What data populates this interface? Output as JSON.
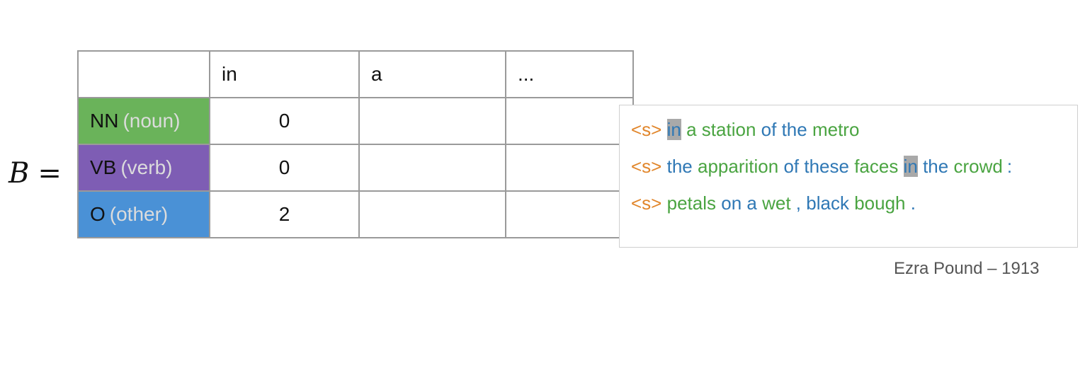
{
  "matrix": {
    "variable": "B",
    "equals": "=",
    "col_headers": [
      "",
      "in",
      "a",
      "..."
    ],
    "rows": [
      {
        "tag": "NN",
        "desc": "(noun)",
        "color": "#6ab35a",
        "cells": [
          "0",
          "",
          ""
        ]
      },
      {
        "tag": "VB",
        "desc": "(verb)",
        "color": "#7e5db4",
        "cells": [
          "0",
          "",
          ""
        ]
      },
      {
        "tag": "O",
        "desc": "(other)",
        "color": "#4a91d6",
        "cells": [
          "2",
          "",
          ""
        ]
      }
    ]
  },
  "corpus": {
    "lines": [
      {
        "start": "<s>",
        "parts": [
          "in",
          "a",
          "station",
          "of",
          "the",
          "metro"
        ]
      },
      {
        "start": "<s>",
        "parts": [
          "the",
          "apparition",
          "of",
          "these",
          "faces",
          "in",
          "the",
          "crowd",
          ":"
        ]
      },
      {
        "start": "<s>",
        "parts": [
          "petals",
          "on",
          "a",
          "wet",
          ",",
          "black",
          "bough",
          "."
        ]
      }
    ],
    "colors": {
      "start_token": "#e1862b",
      "blue": "#2f78b5",
      "green": "#4aa441",
      "highlight": "#a9a9a9"
    }
  },
  "attribution": "Ezra Pound – 1913"
}
